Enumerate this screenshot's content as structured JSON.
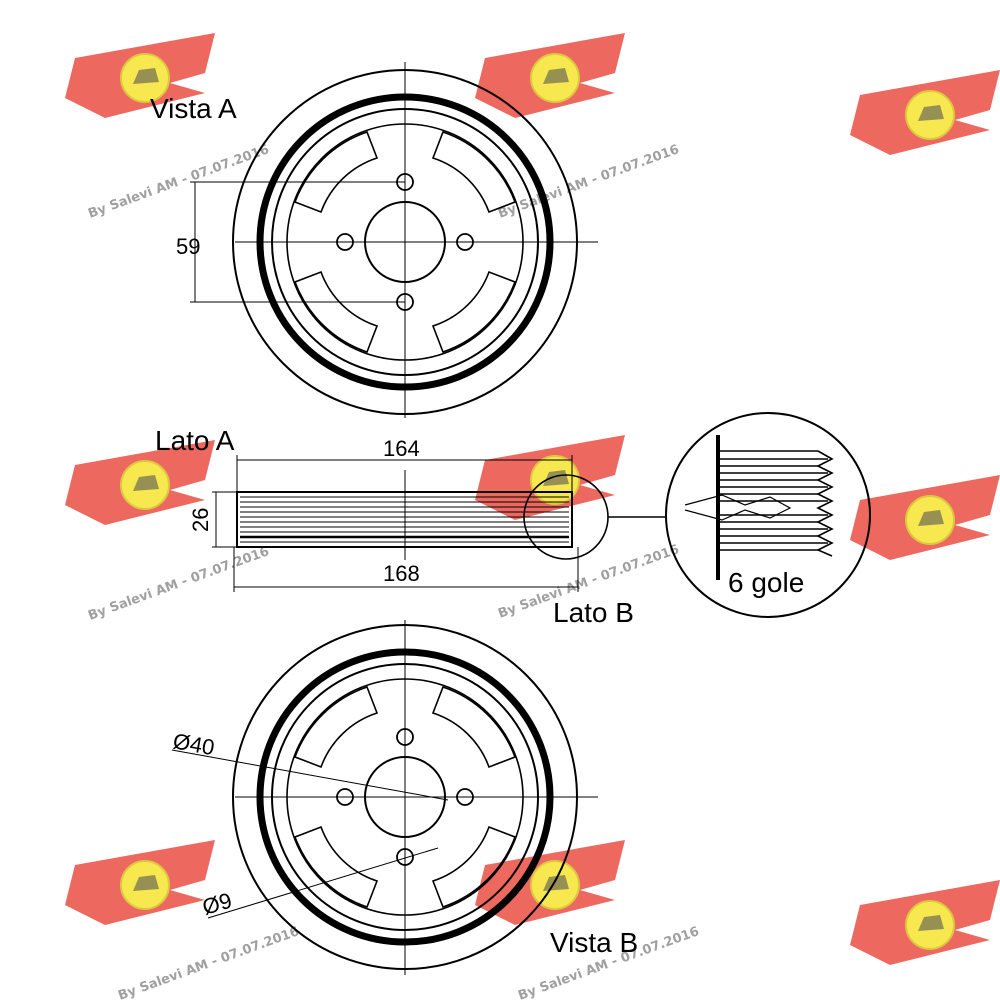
{
  "views": {
    "vista_a": "Vista A",
    "lato_a": "Lato A",
    "lato_b": "Lato B",
    "vista_b": "Vista B"
  },
  "dimensions": {
    "bolt_spacing": "59",
    "outer_width": "164",
    "overall_width": "168",
    "thickness": "26",
    "bore_diameter": "Ø40",
    "hole_diameter": "Ø9"
  },
  "detail": {
    "grooves": "6 gole"
  },
  "watermark": {
    "credit": "By Salevi AM - 07.07.2016"
  },
  "colors": {
    "line": "#000000",
    "watermark_red": "#e8392e",
    "watermark_yellow": "#f5e63a",
    "watermark_text": "#a0a0a0"
  },
  "icons": [
    "pulley-front-view",
    "pulley-side-view",
    "groove-detail-magnifier",
    "watermark-logo"
  ]
}
